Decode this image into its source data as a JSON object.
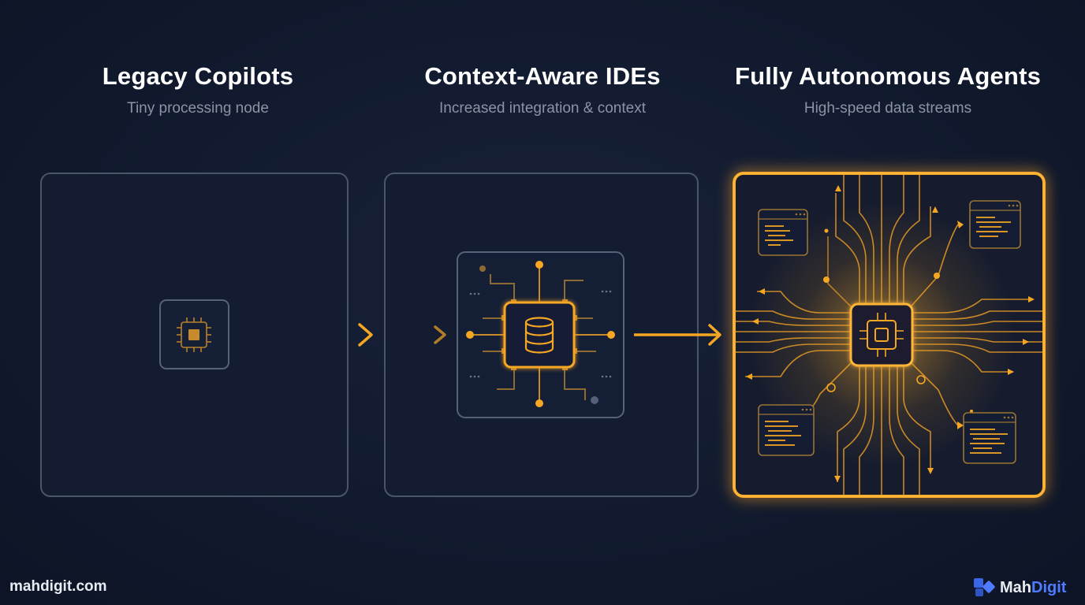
{
  "stages": [
    {
      "title": "Legacy Copilots",
      "subtitle": "Tiny processing node"
    },
    {
      "title": "Context-Aware IDEs",
      "subtitle": "Increased integration & context"
    },
    {
      "title": "Fully Autonomous Agents",
      "subtitle": "High-speed data streams"
    }
  ],
  "footer": {
    "website": "mahdigit.com",
    "brand_part1": "Mah",
    "brand_part2": "Digit"
  },
  "colors": {
    "background": "#111a2e",
    "panel_border": "#4a5568",
    "accent": "#f5a623",
    "brand_blue": "#4f7bff"
  },
  "icons": [
    "chip-icon",
    "database-icon",
    "arrow-right-icon",
    "code-window-icon",
    "mahdigit-logo-icon"
  ]
}
